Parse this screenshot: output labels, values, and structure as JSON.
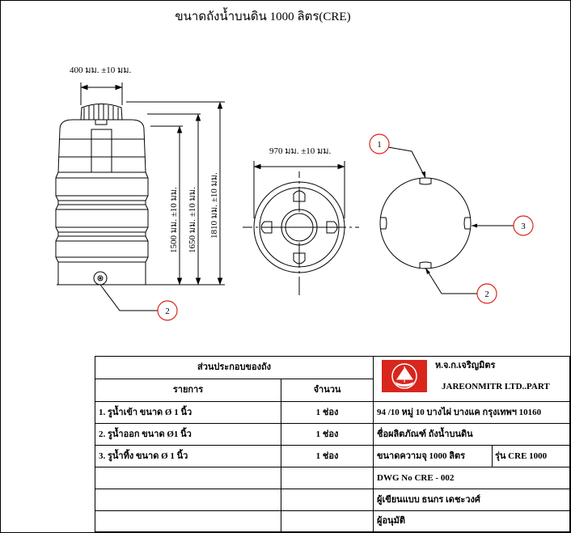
{
  "title": "ขนาดถังน้ำบนดิน 1000 ลิตร(CRE)",
  "dimensions": {
    "top_width": "400 มม.  ±10 มม.",
    "diameter": "970 มม.  ±10 มม.",
    "h1500": "1500 มม.  ±10 มม.",
    "h1650": "1650 มม.  ±10 มม.",
    "h1810": "1810 มม.  ±10 มม."
  },
  "callouts": [
    "1",
    "2",
    "2",
    "3"
  ],
  "title_block": {
    "parts_header": "ส่วนประกอบของถัง",
    "col_item": "รายการ",
    "col_qty": "จำนวน",
    "rows": [
      {
        "item": "1. รูน้ำเข้า  ขนาด Ø 1 นิ้ว",
        "qty": "1 ช่อง"
      },
      {
        "item": "2. รูน้ำออก  ขนาด Ø1 นิ้ว",
        "qty": "1 ช่อง"
      },
      {
        "item": "3. รูน้ำทิ้ง  ขนาด Ø 1 นิ้ว",
        "qty": "1 ช่อง"
      }
    ],
    "company_th": "ห.จ.ก.เจริญมิตร",
    "company_en": "JAREONMITR LTD..PART",
    "address": "94 /10 หมู่ 10 บางไผ่ บางแค กรุงเทพฯ 10160",
    "product_name": "ชื่อผลิตภัณฑ์   ถังน้ำบนดิน",
    "capacity": "ขนาดความจุ 1000 ลิตร",
    "model": "รุ่น CRE 1000",
    "dwg_no": "DWG No CRE - 002",
    "drawn_by": "ผู้เขียนแบบ ธนกร เดชะวงศ์",
    "approved_by": "ผู้อนุมัติ"
  },
  "colors": {
    "logo_red": "#d9261c",
    "callout_red": "#d9261c"
  }
}
